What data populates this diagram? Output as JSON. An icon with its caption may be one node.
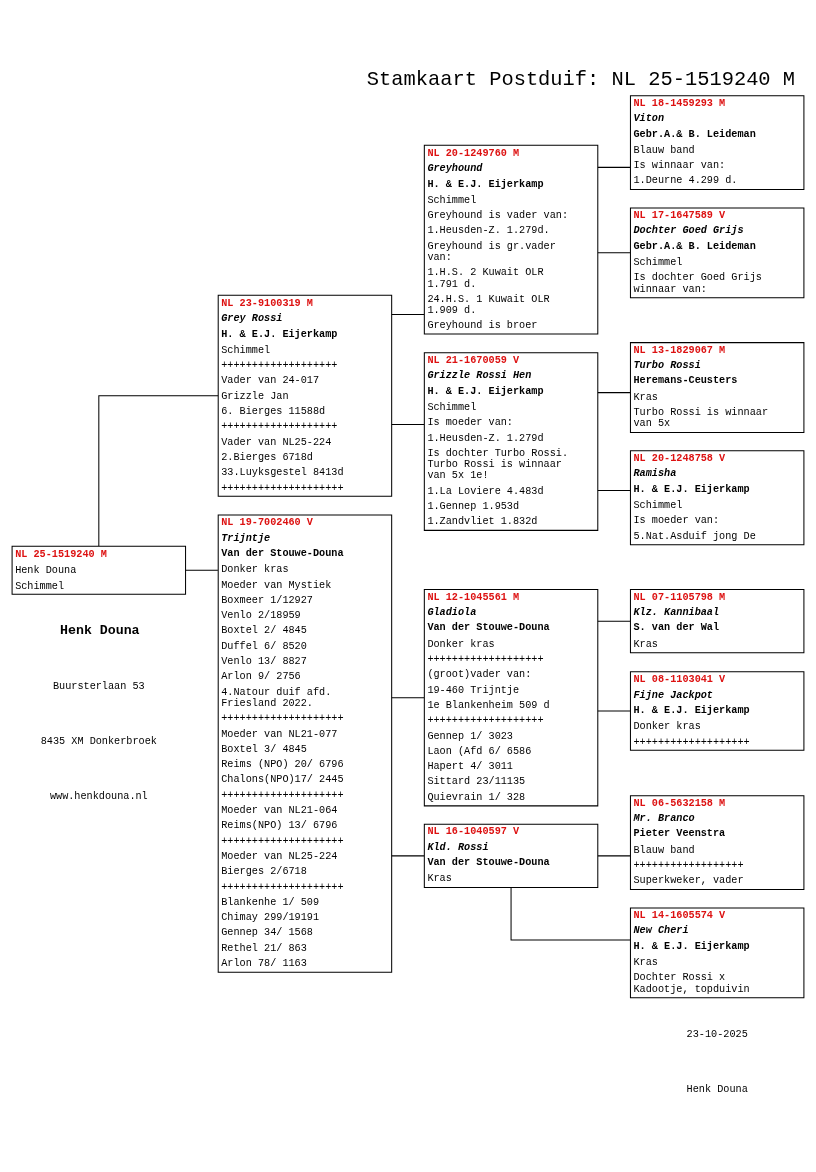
{
  "diagram": {
    "title": "Stamkaart Postduif: NL 25-1519240 M",
    "nodes": [
      {
        "text": [
          "NL 25-1519240 M",
          "Henk Douna",
          "Schimmel"
        ]
      },
      {
        "text": [
          "NL 23-9100319 M",
          "Grey Rossi",
          "H. & E.J. Eijerkamp",
          "Schimmel",
          "+++++++++++++++++++",
          "Vader van 24-017",
          "Grizzle Jan",
          "6. Bierges 11588d",
          "+++++++++++++++++++",
          "Vader van NL25-224",
          "2.Bierges 6718d",
          "33.Luyksgestel 8413d",
          "++++++++++++++++++++"
        ]
      },
      {
        "text": [
          "NL 19-7002460 V",
          "Trijntje",
          "Van der Stouwe-Douna",
          "Donker kras",
          "Moeder van Mystiek",
          "Boxmeer 1/12927",
          "Venlo 2/18959",
          "Boxtel 2/ 4845",
          "Duffel 6/ 8520",
          "Venlo 13/ 8827",
          "Arlon 9/ 2756",
          "4.Natour duif afd. Friesland 2022.",
          "++++++++++++++++++++",
          "Moeder van NL21-077",
          "Boxtel 3/ 4845",
          "Reims (NPO) 20/ 6796",
          "Chalons(NPO)17/ 2445",
          "++++++++++++++++++++",
          "Moeder van NL21-064",
          "Reims(NPO) 13/ 6796",
          "++++++++++++++++++++",
          "Moeder van NL25-224",
          "Bierges 2/6718",
          "++++++++++++++++++++",
          "Blankenhe 1/ 509",
          "Chimay 299/19191",
          "Gennep 34/ 1568",
          "Rethel 21/ 863",
          "Arlon 78/ 1163"
        ]
      },
      {
        "text": [
          "NL 20-1249760 M",
          "Greyhound",
          "H. & E.J. Eijerkamp",
          "Schimmel",
          "Greyhound is vader van:",
          "1.Heusden-Z. 1.279d.",
          "Greyhound is gr.vader van:",
          "1.H.S. 2 Kuwait OLR 1.791 d.",
          "24.H.S. 1 Kuwait OLR 1.909 d.",
          "Greyhound is broer"
        ]
      },
      {
        "text": [
          "NL 21-1670059 V",
          "Grizzle Rossi Hen",
          "H. & E.J. Eijerkamp",
          "Schimmel",
          "Is moeder van:",
          "1.Heusden-Z. 1.279d",
          "Is dochter Turbo Rossi. Turbo Rossi is winnaar van 5x 1e!",
          "1.La Loviere 4.483d",
          "1.Gennep 1.953d",
          "1.Zandvliet 1.832d"
        ]
      },
      {
        "text": [
          "NL 12-1045561 M",
          "Gladiola",
          "Van der Stouwe-Douna",
          "Donker kras",
          "+++++++++++++++++++",
          "(groot)vader van:",
          "19-460 Trijntje",
          "1e Blankenheim 509 d",
          "+++++++++++++++++++",
          "Gennep 1/ 3023",
          "Laon (Afd 6/ 6586",
          "Hapert 4/ 3011",
          "Sittard 23/11135",
          "Quievrain 1/ 328"
        ]
      },
      {
        "text": [
          "NL 16-1040597 V",
          "Kld. Rossi",
          "Van der Stouwe-Douna",
          "Kras"
        ]
      },
      {
        "text": [
          "NL 18-1459293 M",
          "Viton",
          "Gebr.A.& B. Leideman",
          "Blauw band",
          "Is winnaar van:",
          "1.Deurne 4.299 d."
        ]
      },
      {
        "text": [
          "NL 17-1647589 V",
          "Dochter Goed Grijs",
          "Gebr.A.& B. Leideman",
          "Schimmel",
          "Is dochter Goed Grijs winnaar van:"
        ]
      },
      {
        "text": [
          "NL 13-1829067 M",
          "Turbo Rossi",
          "Heremans-Ceusters",
          "Kras",
          "Turbo Rossi is winnaar van 5x"
        ]
      },
      {
        "text": [
          "NL 20-1248758 V",
          "Ramisha",
          "H. & E.J. Eijerkamp",
          "Schimmel",
          "Is moeder van:",
          "5.Nat.Asduif jong De"
        ]
      },
      {
        "text": [
          "NL 07-1105798 M",
          "Klz. Kannibaal",
          "S. van der Wal",
          "Kras"
        ]
      },
      {
        "text": [
          "NL 08-1103041 V",
          "Fijne Jackpot",
          "H. & E.J. Eijerkamp",
          "Donker kras",
          "+++++++++++++++++++"
        ]
      },
      {
        "text": [
          "NL 06-5632158 M",
          "Mr. Branco",
          "Pieter Veenstra",
          "Blauw band",
          "++++++++++++++++++",
          "Superkweker, vader"
        ]
      },
      {
        "text": [
          "NL 14-1605574 V",
          "New Cheri",
          "H. & E.J. Eijerkamp",
          "Kras",
          "Dochter Rossi x Kadootje, topduivin"
        ]
      }
    ],
    "edges": [
      {
        "from": 0,
        "to": 1,
        "arrow": "none"
      },
      {
        "from": 0,
        "to": 2,
        "arrow": "none"
      },
      {
        "from": 1,
        "to": 3,
        "arrow": "none"
      },
      {
        "from": 1,
        "to": 4,
        "arrow": "none"
      },
      {
        "from": 2,
        "to": 5,
        "arrow": "none"
      },
      {
        "from": 2,
        "to": 6,
        "arrow": "none"
      },
      {
        "from": 3,
        "to": 7,
        "arrow": "none"
      },
      {
        "from": 3,
        "to": 8,
        "arrow": "none"
      },
      {
        "from": 4,
        "to": 9,
        "arrow": "none"
      },
      {
        "from": 4,
        "to": 10,
        "arrow": "none"
      },
      {
        "from": 5,
        "to": 11,
        "arrow": "none"
      },
      {
        "from": 5,
        "to": 12,
        "arrow": "none"
      },
      {
        "from": 6,
        "to": 13,
        "arrow": "none"
      },
      {
        "from": 6,
        "to": 14,
        "arrow": "none"
      }
    ],
    "labels": [
      "Henk Douna",
      "Buursterlaan 53",
      "8435 XM Donkerbroek",
      "www.henkdouna.nl",
      "23-10-2025",
      "Henk Douna"
    ]
  }
}
